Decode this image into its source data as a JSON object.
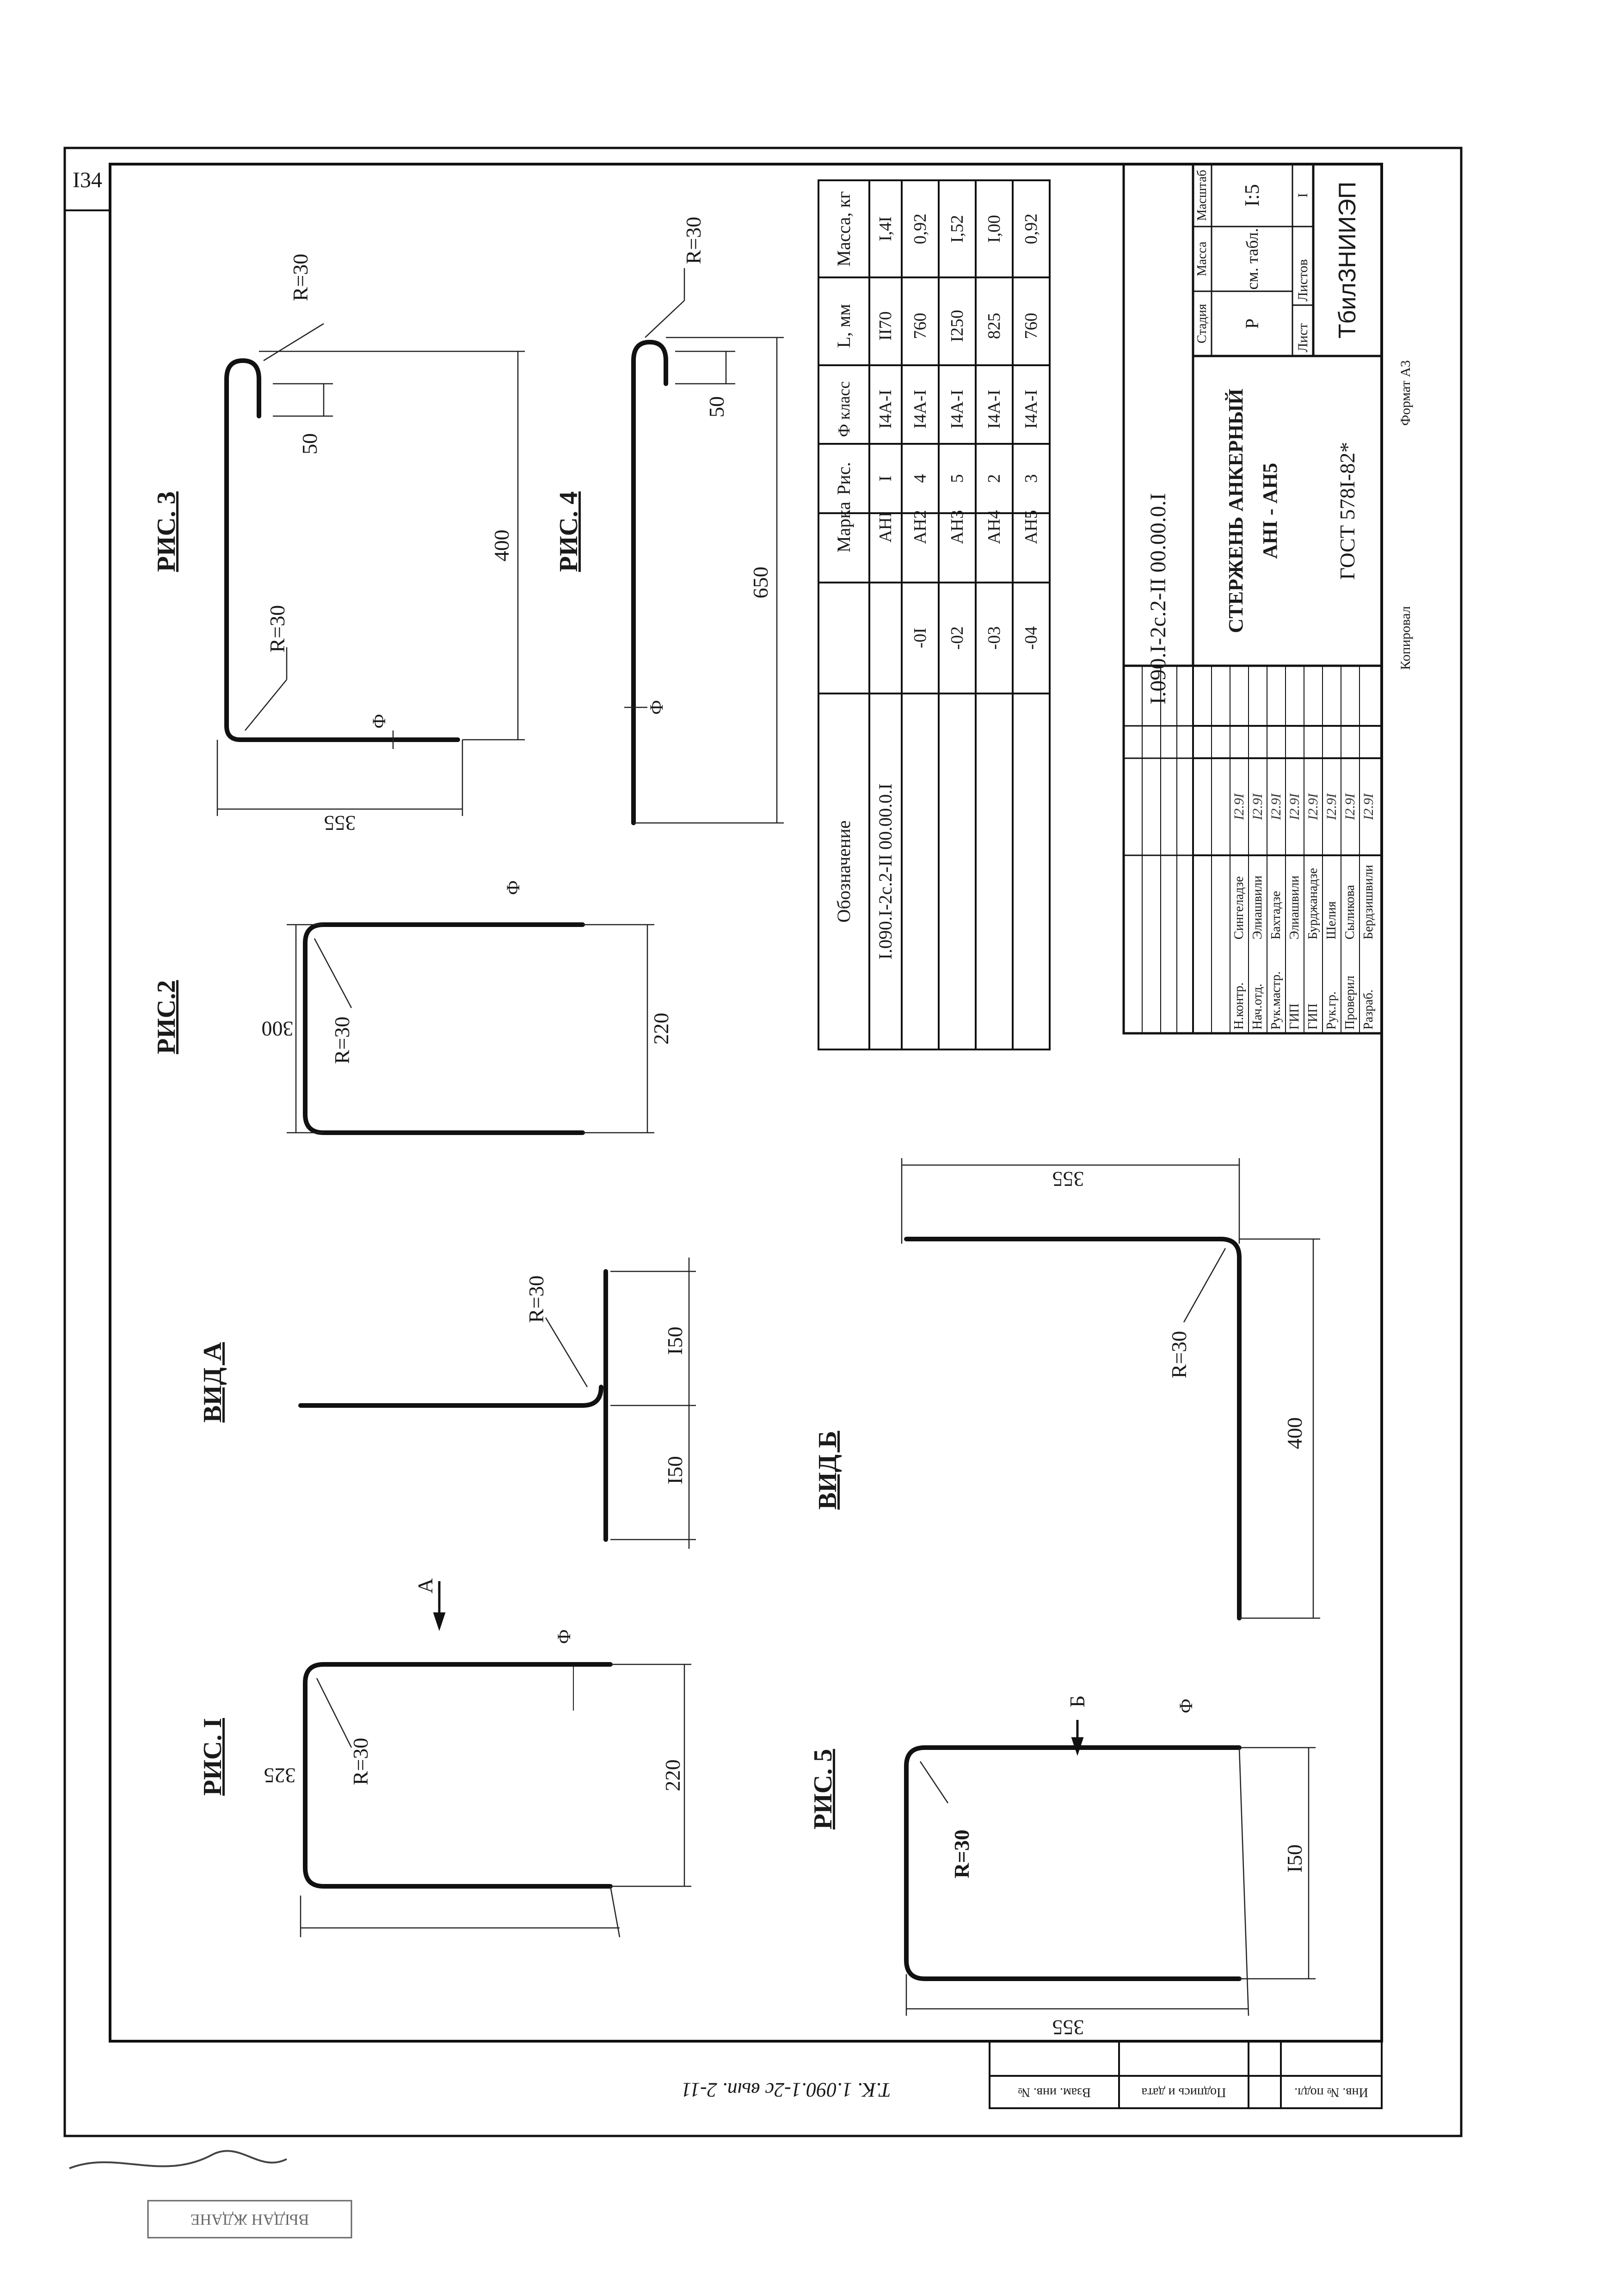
{
  "page": {
    "page_number": "I34",
    "footer_format": "Формат А3",
    "footer_copied": "Копировал"
  },
  "left_strip": {
    "doc_ref": "Т.К. 1.090.1-2с вып. 2-11",
    "cells": [
      "Взам. инв. №",
      "Подпись и дата",
      "Инв. № подл."
    ]
  },
  "stamp_text": "ВЫДАН ЖДАНЕ",
  "figures": {
    "fig1": {
      "title": "РИС. I",
      "radius": "R=30",
      "dim_width": "325",
      "dim_height": "220",
      "diameter": "Ф"
    },
    "fig2": {
      "title": "РИС.2",
      "radius": "R=30",
      "dim_width": "300",
      "dim_height": "220",
      "diameter": "Ф"
    },
    "fig3": {
      "title": "РИС. 3",
      "radius_top": "R=30",
      "radius_bottom": "R=30",
      "dim_width": "355",
      "dim_length": "400",
      "dim_hook": "50",
      "diameter": "Ф"
    },
    "fig4": {
      "title": "РИС. 4",
      "radius": "R=30",
      "dim_length": "650",
      "dim_hook": "50",
      "diameter": "Ф"
    },
    "fig5": {
      "title": "РИС. 5",
      "radius": "R=30",
      "dim_width": "355",
      "dim_height": "I50",
      "diameter": "Ф",
      "arrow": "Б"
    },
    "view_a": {
      "title": "ВИД А",
      "radius": "R=30",
      "dim_left": "I50",
      "dim_right": "I50",
      "arrow": "А"
    },
    "view_b": {
      "title": "ВИД Б",
      "radius": "R=30",
      "dim_length": "400",
      "dim_height": "355"
    }
  },
  "spec_table": {
    "headers": [
      "Обозначение",
      "Марка",
      "Рис.",
      "Ф класс",
      "L, мм",
      "Масса, кг"
    ],
    "rows": [
      [
        "I.090.I-2с.2-II 00.00.0.I",
        "АНI",
        "I",
        "I4А-I",
        "II70",
        "I,4I"
      ],
      [
        "-0I",
        "АН2",
        "4",
        "I4А-I",
        "760",
        "0,92"
      ],
      [
        "-02",
        "АН3",
        "5",
        "I4А-I",
        "I250",
        "I,52"
      ],
      [
        "-03",
        "АН4",
        "2",
        "I4А-I",
        "825",
        "I,00"
      ],
      [
        "-04",
        "АН5",
        "3",
        "I4А-I",
        "760",
        "0,92"
      ]
    ]
  },
  "title_block": {
    "doc_number": "I.090.I-2с.2-II 00.00.0.I",
    "title_line1": "СТЕРЖЕНЬ АНКЕРНЫЙ",
    "title_line2": "АНI - АН5",
    "standard": "ГОСТ 578I-82*",
    "organization": "ТбилЗНИИЭП",
    "stage_headers": [
      "Стадия",
      "Масса",
      "Масштаб"
    ],
    "stage_values": [
      "Р",
      "см. табл.",
      "I:5"
    ],
    "sheet_label": "Лист",
    "sheets_label": "Листов",
    "sheets_value": "I",
    "signatures": [
      {
        "role": "Н.контр.",
        "name": "Сингеладзе",
        "date": "I2.9I"
      },
      {
        "role": "Нач.отд.",
        "name": "Элиашвили",
        "date": "I2.9I"
      },
      {
        "role": "Рук.мастр.",
        "name": "Бахтадзе",
        "date": "I2.9I"
      },
      {
        "role": "ГИП",
        "name": "Элиашвили",
        "date": "I2.9I"
      },
      {
        "role": "ГИП",
        "name": "Бурджанадзе",
        "date": "I2.9I"
      },
      {
        "role": "Рук.гр.",
        "name": "Шелия",
        "date": "I2.9I"
      },
      {
        "role": "Проверил",
        "name": "Сыликова",
        "date": "I2.9I"
      },
      {
        "role": "Разраб.",
        "name": "Бердзишвили",
        "date": "I2.9I"
      }
    ]
  }
}
